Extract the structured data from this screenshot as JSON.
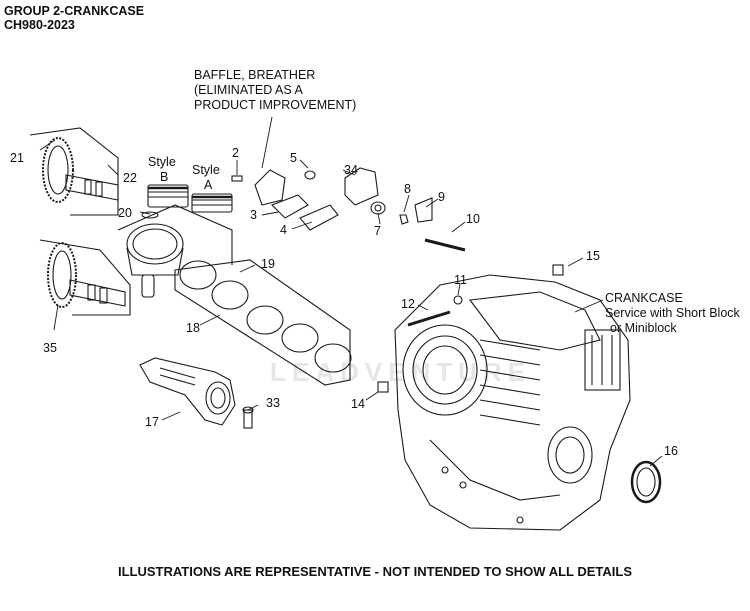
{
  "header": {
    "group_title": "GROUP 2-CRANKCASE",
    "model_code": "CH980-2023"
  },
  "callouts": {
    "baffle_line1": "BAFFLE, BREATHER",
    "baffle_line2": "(ELIMINATED AS A",
    "baffle_line3": "PRODUCT IMPROVEMENT)",
    "style_word": "Style",
    "style_b": "B",
    "style_a": "A",
    "crankcase_title": "CRANKCASE",
    "crankcase_line2": "Service with Short Block",
    "crankcase_line3": "or Miniblock"
  },
  "part_numbers": [
    "2",
    "3",
    "4",
    "5",
    "7",
    "8",
    "9",
    "10",
    "11",
    "12",
    "14",
    "15",
    "16",
    "17",
    "18",
    "19",
    "20",
    "21",
    "22",
    "33",
    "34",
    "35"
  ],
  "watermark": "LEADVENTURE",
  "footer": "ILLUSTRATIONS ARE REPRESENTATIVE - NOT INTENDED TO SHOW ALL DETAILS"
}
